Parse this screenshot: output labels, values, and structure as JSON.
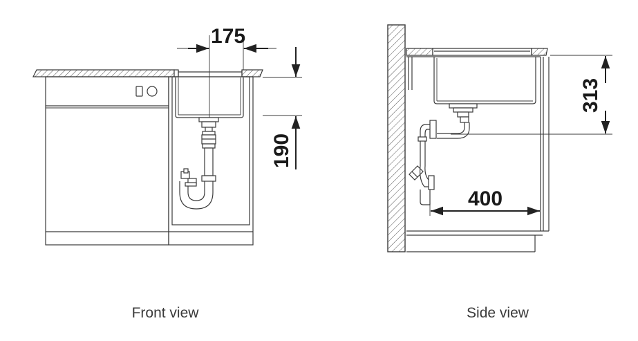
{
  "front_view": {
    "caption": "Front view",
    "dimensions": {
      "width_label": "175",
      "height_label": "190"
    }
  },
  "side_view": {
    "caption": "Side view",
    "dimensions": {
      "depth_label": "313",
      "distance_label": "400"
    }
  }
}
